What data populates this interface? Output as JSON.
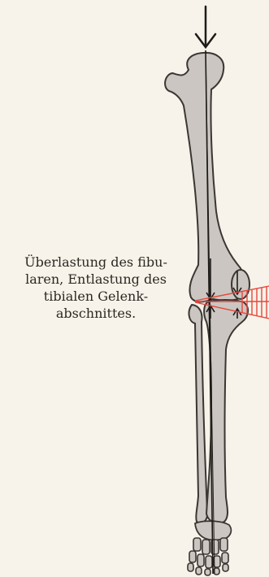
{
  "annotation": {
    "lines": [
      "Überlastung des fibu-",
      "laren, Entlastung des",
      "tibialen Gelenk-",
      "abschnittes."
    ]
  },
  "colors": {
    "background": "#f7f3ea",
    "bone_fill": "#cbc6c1",
    "bone_outline": "#3a3632",
    "axis_line": "#1e1b18",
    "highlight": "#e8463c"
  }
}
